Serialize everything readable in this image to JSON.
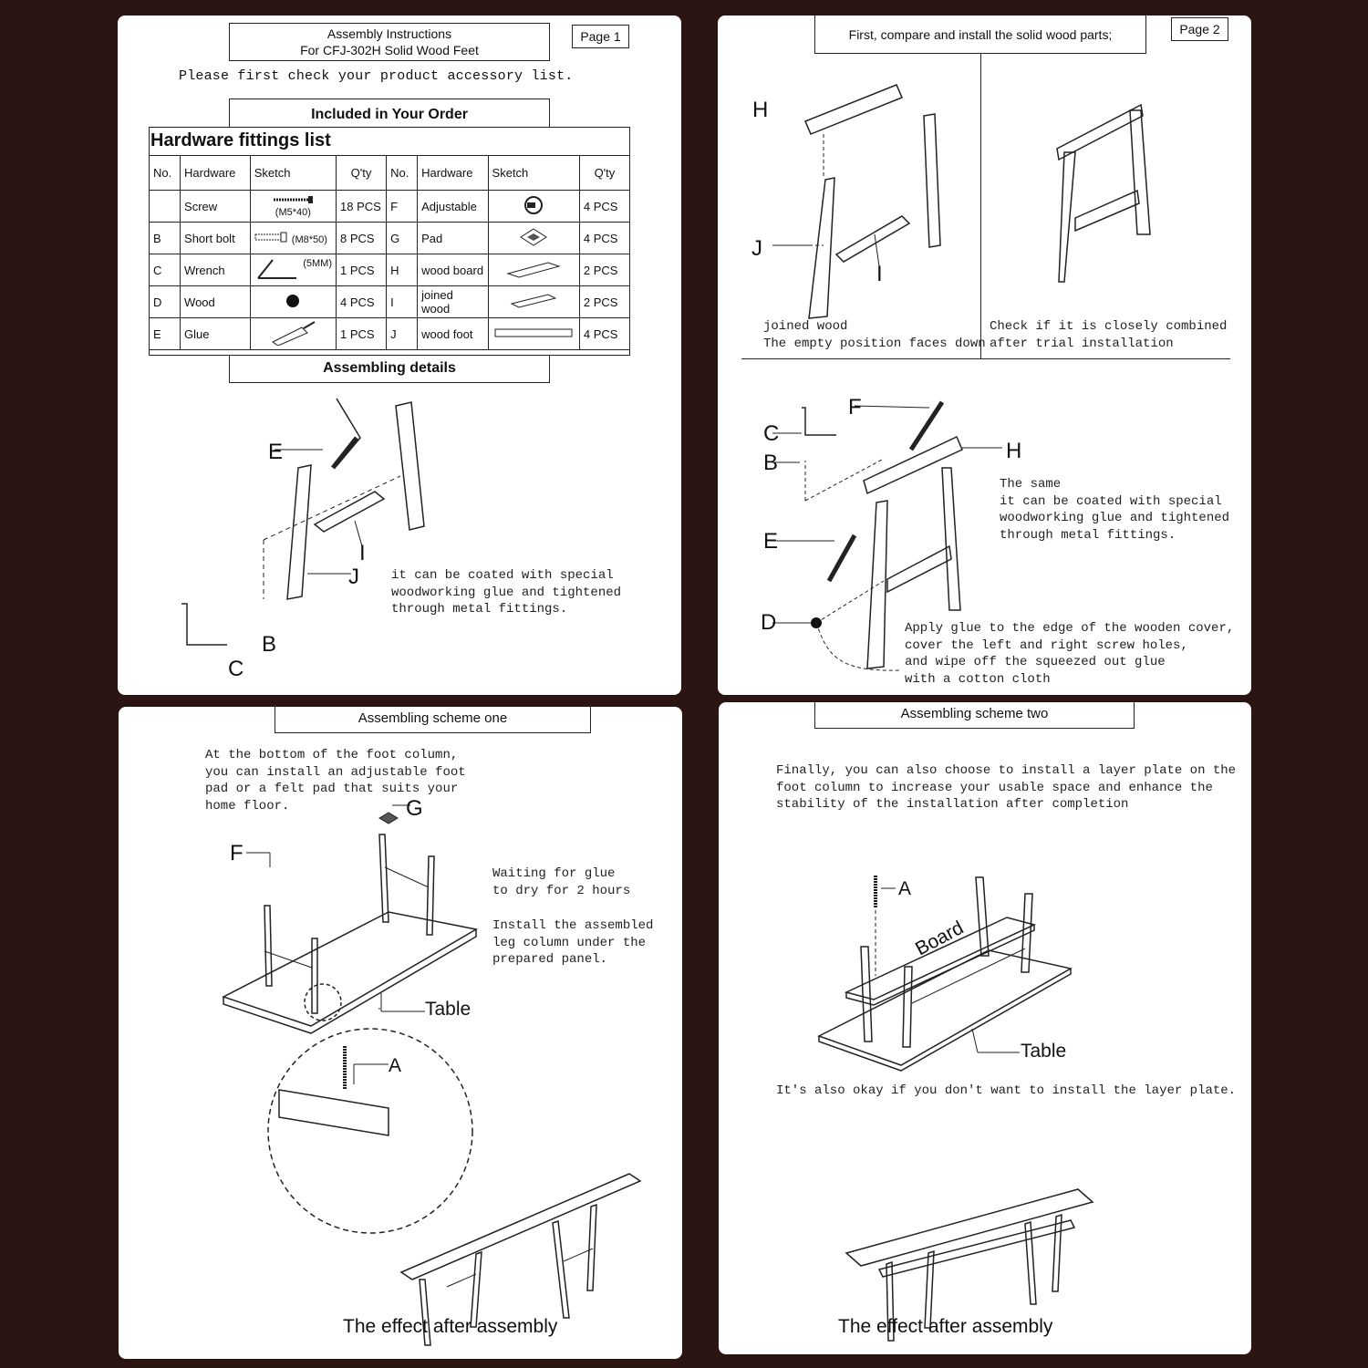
{
  "panel1": {
    "title_line1": "Assembly Instructions",
    "title_line2": "For CFJ-302H  Solid Wood Feet",
    "page": "Page 1",
    "check_note": "Please first check your product accessory list.",
    "included": "Included in Your Order",
    "list_title": "Hardware fittings list",
    "headers": [
      "No.",
      "Hardware",
      "Sketch",
      "Q'ty",
      "No.",
      "Hardware",
      "Sketch",
      "Q'ty"
    ],
    "rows": [
      {
        "no1": "",
        "hw1": "Screw",
        "sk1": "(M5*40)",
        "q1": "18 PCS",
        "no2": "F",
        "hw2": "Adjustable",
        "q2": "4 PCS"
      },
      {
        "no1": "B",
        "hw1": "Short  bolt",
        "sk1": "(M8*50)",
        "q1": "8 PCS",
        "no2": "G",
        "hw2": "Pad",
        "q2": "4 PCS"
      },
      {
        "no1": "C",
        "hw1": "Wrench",
        "sk1": "(5MM)",
        "q1": "1 PCS",
        "no2": "H",
        "hw2": "wood board",
        "q2": "2 PCS"
      },
      {
        "no1": "D",
        "hw1": "Wood",
        "sk1": "",
        "q1": "4 PCS",
        "no2": "I",
        "hw2": "joined wood",
        "q2": "2 PCS"
      },
      {
        "no1": "E",
        "hw1": "Glue",
        "sk1": "",
        "q1": "1  PCS",
        "no2": "J",
        "hw2": "wood foot",
        "q2": "4 PCS"
      }
    ],
    "details": "Assembling details",
    "labels": {
      "e": "E",
      "i": "I",
      "j": "J",
      "b": "B",
      "c": "C"
    },
    "glue_note": "it can be coated with special\nwoodworking glue and tightened\nthrough metal fittings."
  },
  "panel2": {
    "header": "First, compare and install the solid wood parts;",
    "page": "Page 2",
    "labels": {
      "h": "H",
      "j": "J",
      "i": "I",
      "f": "F",
      "c": "C",
      "b": "B",
      "h2": "H",
      "e": "E",
      "d": "D"
    },
    "joined_note": "joined wood\nThe empty position faces down",
    "check_note": "Check if it is closely combined\nafter trial installation",
    "same_note": "The same\nit can be coated with special\nwoodworking glue and tightened\nthrough metal fittings.",
    "glue_note": "Apply glue to the edge of the wooden cover,\ncover the left and right screw holes,\nand wipe off the squeezed out glue\nwith a cotton cloth"
  },
  "panel3": {
    "header": "Assembling scheme one",
    "foot_note": "At the bottom of the foot column,\nyou can install an adjustable foot\npad or a felt pad that suits your\nhome floor.",
    "wait_note": "Waiting for glue\nto dry for 2 hours",
    "install_note": "Install the assembled\nleg column under the\nprepared panel.",
    "labels": {
      "f": "F",
      "g": "G",
      "table": "Table",
      "a": "A"
    },
    "effect": "The effect after assembly"
  },
  "panel4": {
    "header": "Assembling scheme two",
    "intro": "Finally, you can also choose to install a layer plate on the\nfoot column to increase your usable space and enhance the\nstability of the installation after completion",
    "labels": {
      "a": "A",
      "board": "Board",
      "table": "Table"
    },
    "okay_note": "It's also okay if you don't want to install the layer plate.",
    "effect": "The effect after assembly"
  }
}
